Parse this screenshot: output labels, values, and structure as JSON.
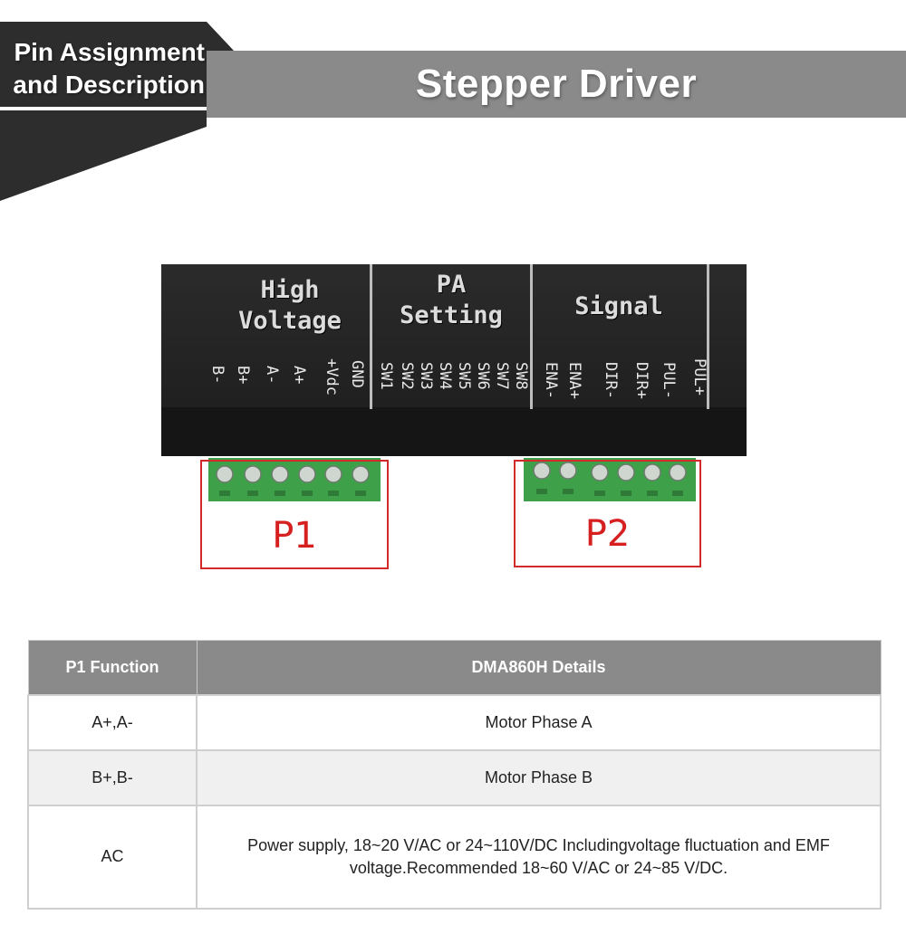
{
  "header": {
    "tab_line1": "Pin Assignment",
    "tab_line2": "and Description",
    "title": "Stepper Driver"
  },
  "device": {
    "sections": [
      {
        "line1": "High",
        "line2": "Voltage"
      },
      {
        "line1": "PA",
        "line2": "Setting"
      },
      {
        "line1": "Signal",
        "line2": ""
      }
    ],
    "pins_high_voltage": [
      "B-",
      "B+",
      "A-",
      "A+",
      "+Vdc",
      "GND"
    ],
    "pins_pa_setting": [
      "SW1",
      "SW2",
      "SW3",
      "SW4",
      "SW5",
      "SW6",
      "SW7",
      "SW8"
    ],
    "pins_signal": [
      "ENA-",
      "ENA+",
      "DIR-",
      "DIR+",
      "PUL-",
      "PUL+"
    ],
    "port1": "P1",
    "port2": "P2"
  },
  "table": {
    "headers": [
      "P1 Function",
      "DMA860H Details"
    ],
    "rows": [
      {
        "function": "A+,A-",
        "details": "Motor Phase A"
      },
      {
        "function": "B+,B-",
        "details": "Motor Phase B"
      },
      {
        "function": "AC",
        "details": "Power supply, 18~20 V/AC or 24~110V/DC Includingvoltage fluctuation and EMF voltage.Recommended 18~60 V/AC or 24~85 V/DC."
      }
    ]
  },
  "colors": {
    "header_bar": "#8a8a8a",
    "tab_dark": "#2d2d2d",
    "port_outline": "#d12a2a",
    "terminal_green": "#3fa04a"
  }
}
